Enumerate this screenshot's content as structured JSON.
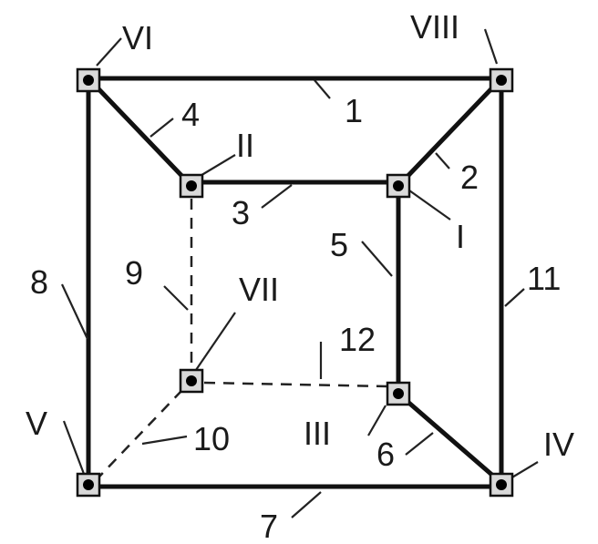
{
  "nodes": {
    "I": "I",
    "II": "II",
    "III": "III",
    "IV": "IV",
    "V": "V",
    "VI": "VI",
    "VII": "VII",
    "VIII": "VIII"
  },
  "edges": {
    "e1": "1",
    "e2": "2",
    "e3": "3",
    "e4": "4",
    "e5": "5",
    "e6": "6",
    "e7": "7",
    "e8": "8",
    "e9": "9",
    "e10": "10",
    "e11": "11",
    "e12": "12"
  }
}
